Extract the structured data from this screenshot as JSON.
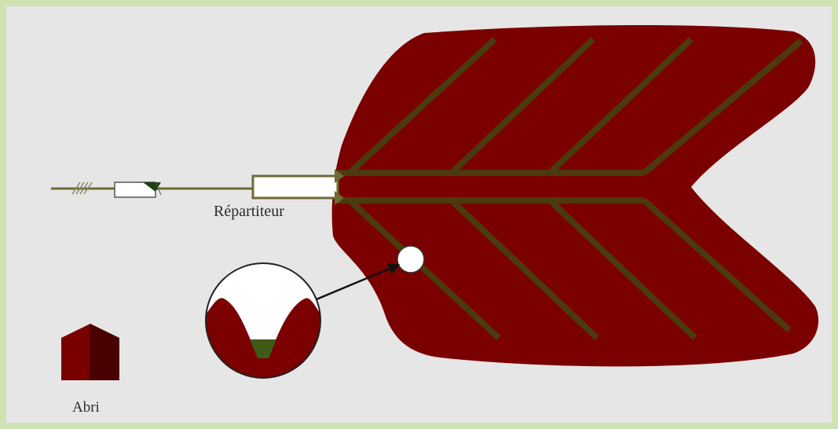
{
  "labels": {
    "distributor": "Répartiteur",
    "shelter": "Abri"
  },
  "colors": {
    "background": "#e6e6e6",
    "border": "#cfe3b2",
    "field": "#7b0000",
    "furrow": "#4b3a0e",
    "pipe": "#6f6a33",
    "shelter_light": "#7a0000",
    "shelter_dark": "#4a0000",
    "water": "#3f5a16"
  },
  "icons": {
    "field": "field-shape",
    "valve": "valve-icon",
    "shelter": "house-icon",
    "magnifier": "magnifier-circle-icon"
  }
}
